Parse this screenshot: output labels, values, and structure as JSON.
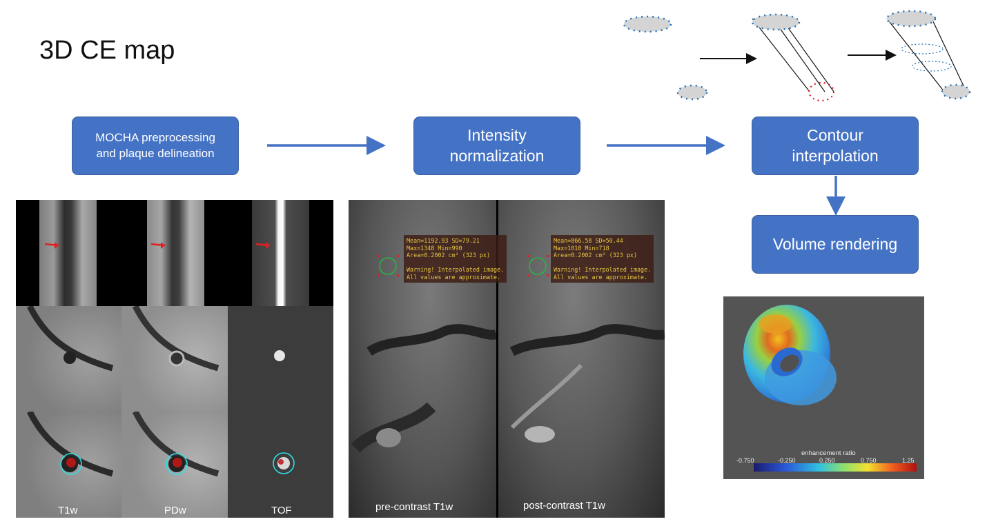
{
  "title": "3D CE map",
  "steps": {
    "mocha": "MOCHA preprocessing\nand plaque delineation",
    "intensity": "Intensity\nnormalization",
    "contour": "Contour\ninterpolation",
    "volume": "Volume rendering"
  },
  "mri": {
    "labels": [
      "T1w",
      "PDw",
      "TOF"
    ]
  },
  "contrast": {
    "pre_label": "pre-contrast T1w",
    "post_label": "post-contrast T1w",
    "pre_stats": "Mean=1192.93 SD=79.21\nMax=1348 Min=990\nArea=0.2002 cm² (323 px)\n\nWarning! Interpolated image.\nAll values are approximate.",
    "post_stats": "Mean=866.58 SD=50.44\nMax=1010 Min=718\nArea=0.2002 cm² (323 px)\n\nWarning! Interpolated image.\nAll values are approximate."
  },
  "rendering": {
    "colorbar_title": "enhancement ratio",
    "ticks": [
      "-0.750",
      "-0.250",
      "0.250",
      "0.750",
      "1.25"
    ]
  },
  "colors": {
    "box": "#4472c4",
    "dot": "#1f6fb5",
    "ellipse": "#d4d4d4",
    "cyan_contour": "#2fe0e8",
    "red_marker": "#e02020"
  }
}
